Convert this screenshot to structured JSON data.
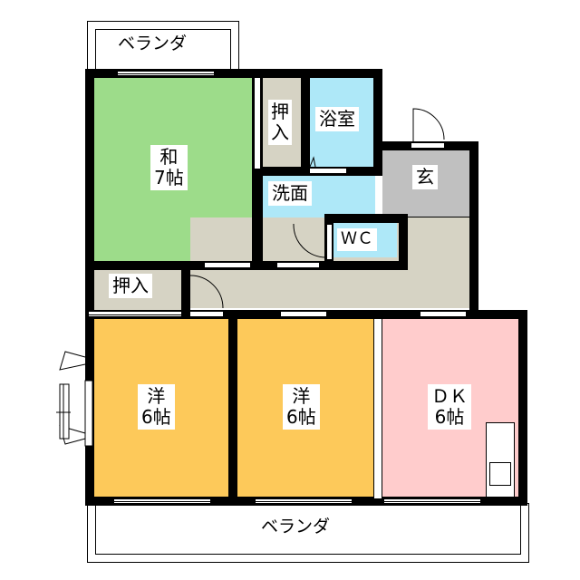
{
  "floorplan": {
    "title": "間取り図",
    "colors": {
      "wall": "#000000",
      "washitsu": "#9ddc8a",
      "youshitsu": "#fdc95a",
      "dk": "#ffcccc",
      "water": "#aee8f8",
      "genkan": "#c0c0c0",
      "hall": "#d6d3c4",
      "storage": "#d6d3c4"
    },
    "balcony_top": {
      "label": "ベランダ"
    },
    "balcony_bottom": {
      "label": "ベランダ"
    },
    "rooms": [
      {
        "id": "washitsu",
        "label": "和\n7帖",
        "type": "和室",
        "size": "7帖"
      },
      {
        "id": "oshiire-top",
        "label": "押\n入",
        "type": "押入"
      },
      {
        "id": "bathroom",
        "label": "浴室",
        "type": "浴室"
      },
      {
        "id": "genkan",
        "label": "玄",
        "type": "玄関"
      },
      {
        "id": "senmen",
        "label": "洗面",
        "type": "洗面所"
      },
      {
        "id": "wc",
        "label": "ＷＣ",
        "type": "トイレ"
      },
      {
        "id": "oshiire-left",
        "label": "押入",
        "type": "押入"
      },
      {
        "id": "youshitsu-1",
        "label": "洋\n6帖",
        "type": "洋室",
        "size": "6帖"
      },
      {
        "id": "youshitsu-2",
        "label": "洋\n6帖",
        "type": "洋室",
        "size": "6帖"
      },
      {
        "id": "dk",
        "label": "ＤＫ\n6帖",
        "type": "ダイニングキッチン",
        "size": "6帖"
      }
    ]
  }
}
